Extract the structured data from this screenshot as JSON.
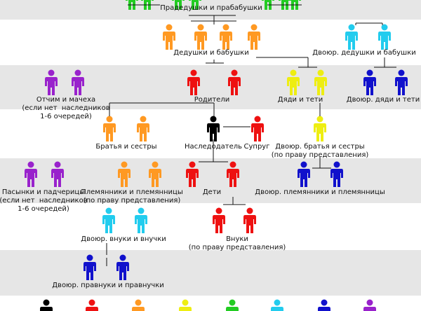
{
  "colors": {
    "band": "#e6e6e6",
    "line": "#111111",
    "green": "#22cc22",
    "orange": "#ff9922",
    "cyan": "#22ccee",
    "red": "#ee1111",
    "yellow": "#eeee11",
    "blue": "#1111cc",
    "purple": "#9922cc",
    "black": "#000000"
  },
  "labels": {
    "great_grandparents": "Прадедушки и прабабушки",
    "grandparents": "Дедушки и бабушки",
    "cousin_grandparents": "Двоюр. дедушки и бабушки",
    "stepparents": "Отчим и мачеха\n(если нет  наследников\n1-6 очередей)",
    "parents": "Родители",
    "uncles_aunts": "Дяди и тети",
    "cousin_uncles_aunts": "Двоюр. дяди и тети",
    "siblings": "Братья и сестры",
    "heir": "Наследодатель",
    "spouse": "Супруг",
    "cousins": "Двоюр. братья и сестры\n(по праву представления)",
    "stepchildren": "Пасынки и падчерицы\n(если нет  наследников\n1-6 очередей)",
    "nephews": "Племянники и племянницы\n(по праву представления)",
    "children": "Дети",
    "cousin_nephews": "Двоюр. племянники и племянницы",
    "cousin_grandchildren": "Двоюр. внуки и внучки",
    "grandchildren": "Внуки\n(по праву представления)",
    "cousin_great_grandchildren": "Двоюр. правнуки и правнучки"
  }
}
